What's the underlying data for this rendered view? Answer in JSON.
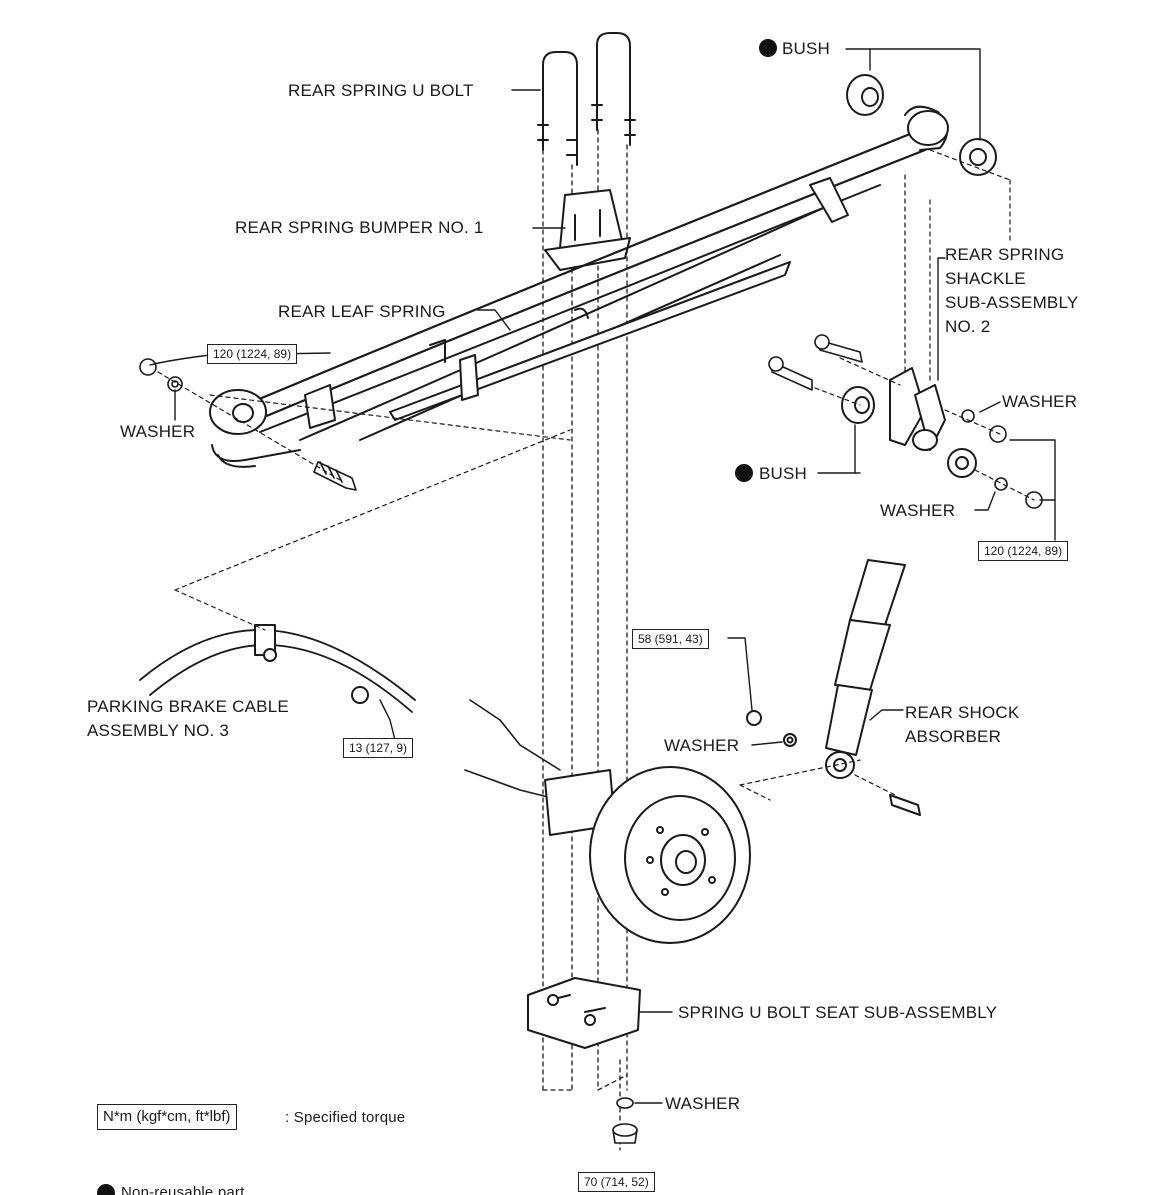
{
  "labels": {
    "u_bolt": "REAR SPRING U BOLT",
    "bumper": "REAR SPRING BUMPER NO. 1",
    "leaf_spring": "REAR LEAF SPRING",
    "washer_left": "WASHER",
    "bush_top": "BUSH",
    "shackle_1": "REAR SPRING",
    "shackle_2": "SHACKLE",
    "shackle_3": "SUB-ASSEMBLY",
    "shackle_4": "NO. 2",
    "washer_right_top": "WASHER",
    "bush_mid": "BUSH",
    "washer_right_mid": "WASHER",
    "parking_1": "PARKING BRAKE CABLE",
    "parking_2": "ASSEMBLY NO. 3",
    "shock_1": "REAR SHOCK",
    "shock_2": "ABSORBER",
    "washer_shock": "WASHER",
    "u_bolt_seat": "SPRING U BOLT SEAT SUB-ASSEMBLY",
    "washer_bottom": "WASHER"
  },
  "torques": {
    "leaf_front": "120 (1224, 89)",
    "shackle": "120 (1224, 89)",
    "cable": "13 (127, 9)",
    "shock": "58 (591, 43)",
    "u_bolt_nut": "70 (714, 52)"
  },
  "legend": {
    "torque_unit": "N*m (kgf*cm, ft*lbf)",
    "torque_desc": ": Specified torque",
    "non_reusable": "Non-reusable part"
  },
  "colors": {
    "line": "#1a1a1a",
    "fill": "#ffffff",
    "marker": "#111111"
  }
}
